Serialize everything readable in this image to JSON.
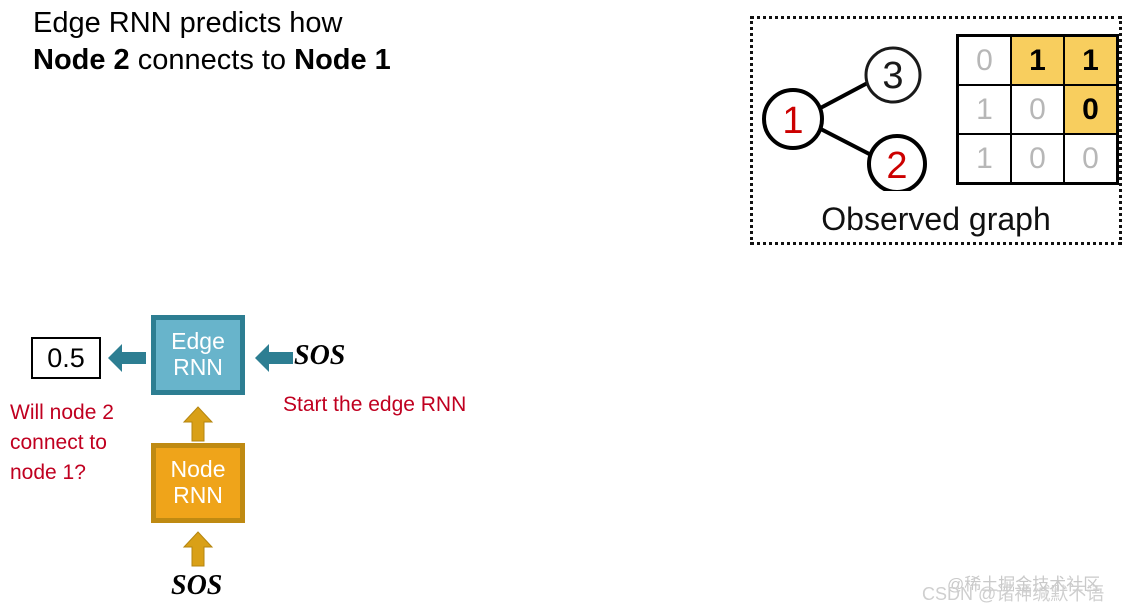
{
  "title": {
    "line1": "Edge RNN predicts how",
    "line2_part1": "Node 2",
    "line2_part2": " connects to ",
    "line2_part3": "Node 1"
  },
  "observed_panel": {
    "caption": "Observed graph",
    "graph": {
      "nodes": [
        {
          "id": "1",
          "label": "1",
          "label_color": "#cc0000",
          "circle_color": "#000000"
        },
        {
          "id": "3",
          "label": "3",
          "label_color": "#1a1a1a",
          "circle_color": "#1a1a1a"
        },
        {
          "id": "2",
          "label": "2",
          "label_color": "#cc0000",
          "circle_color": "#000000"
        }
      ],
      "edges": [
        [
          "1",
          "3"
        ],
        [
          "1",
          "2"
        ]
      ]
    },
    "matrix": {
      "rows": [
        [
          {
            "value": "0",
            "highlighted": false
          },
          {
            "value": "1",
            "highlighted": true
          },
          {
            "value": "1",
            "highlighted": true
          }
        ],
        [
          {
            "value": "1",
            "highlighted": false
          },
          {
            "value": "0",
            "highlighted": false
          },
          {
            "value": "0",
            "highlighted": true
          }
        ],
        [
          {
            "value": "1",
            "highlighted": false
          },
          {
            "value": "0",
            "highlighted": false
          },
          {
            "value": "0",
            "highlighted": false
          }
        ]
      ],
      "highlight_color": "#f8ce5e",
      "dim_color": "#b7b7b7"
    }
  },
  "diagram": {
    "edge_rnn": {
      "line1": "Edge",
      "line2": "RNN",
      "fill": "#68b4cb",
      "border": "#2d7e92"
    },
    "node_rnn": {
      "line1": "Node",
      "line2": "RNN",
      "fill": "#efa41a",
      "border": "#bf8a12"
    },
    "probability_output": "0.5",
    "sos_edge_input": "SOS",
    "sos_node_input": "SOS",
    "note_question": "Will node 2 connect to node 1?",
    "note_start_edge_rnn": "Start the edge RNN",
    "annotation_color": "#c00020",
    "arrow_teal": "#2d7e92",
    "arrow_gold": "#d9a017"
  },
  "watermarks": {
    "juejin": "@稀土掘金技术社区",
    "csdn": "CSDN @诸神缄默不语"
  }
}
